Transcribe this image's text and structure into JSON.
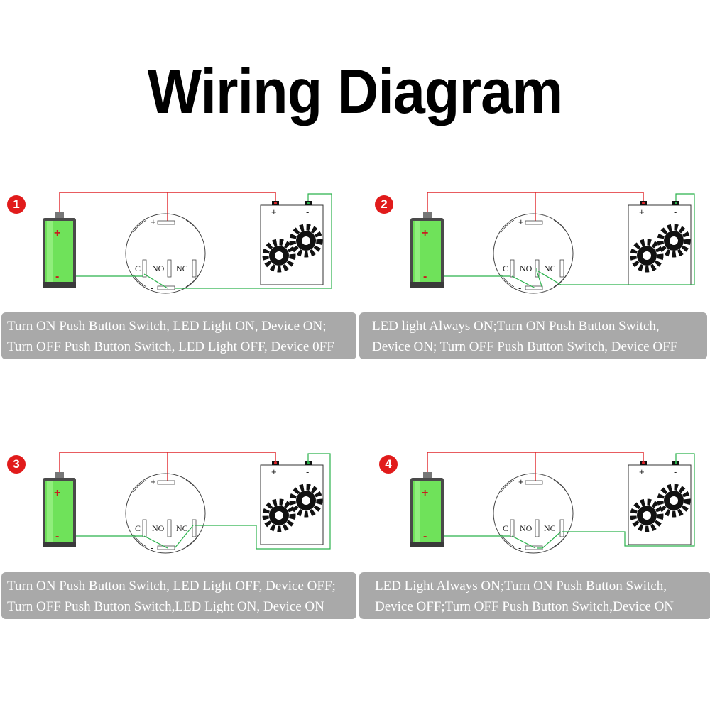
{
  "title": "Wiring Diagram",
  "panels": [
    {
      "number": "1",
      "caption_line1": "Turn ON Push Button Switch, LED Light ON, Device ON;",
      "caption_line2": "Turn OFF Push Button Switch, LED Light OFF, Device 0FF"
    },
    {
      "number": "2",
      "caption_line1": "LED light Always ON;Turn ON Push Button Switch,",
      "caption_line2": "Device ON; Turn OFF Push Button Switch, Device OFF"
    },
    {
      "number": "3",
      "caption_line1": "Turn ON Push Button Switch, LED Light OFF, Device OFF;",
      "caption_line2": "Turn OFF Push Button Switch,LED Light ON, Device ON"
    },
    {
      "number": "4",
      "caption_line1": "LED Light Always ON;Turn ON Push Button Switch,",
      "caption_line2": "Device OFF;Turn OFF Push Button Switch,Device ON"
    }
  ],
  "labels": {
    "plus": "+",
    "minus": "-",
    "c": "C",
    "no": "NO",
    "nc": "NC"
  },
  "colors": {
    "red_wire": "#e0262b",
    "green_wire": "#2bb24c",
    "badge": "#e11b1b",
    "caption_bg": "#a9a9a9"
  }
}
